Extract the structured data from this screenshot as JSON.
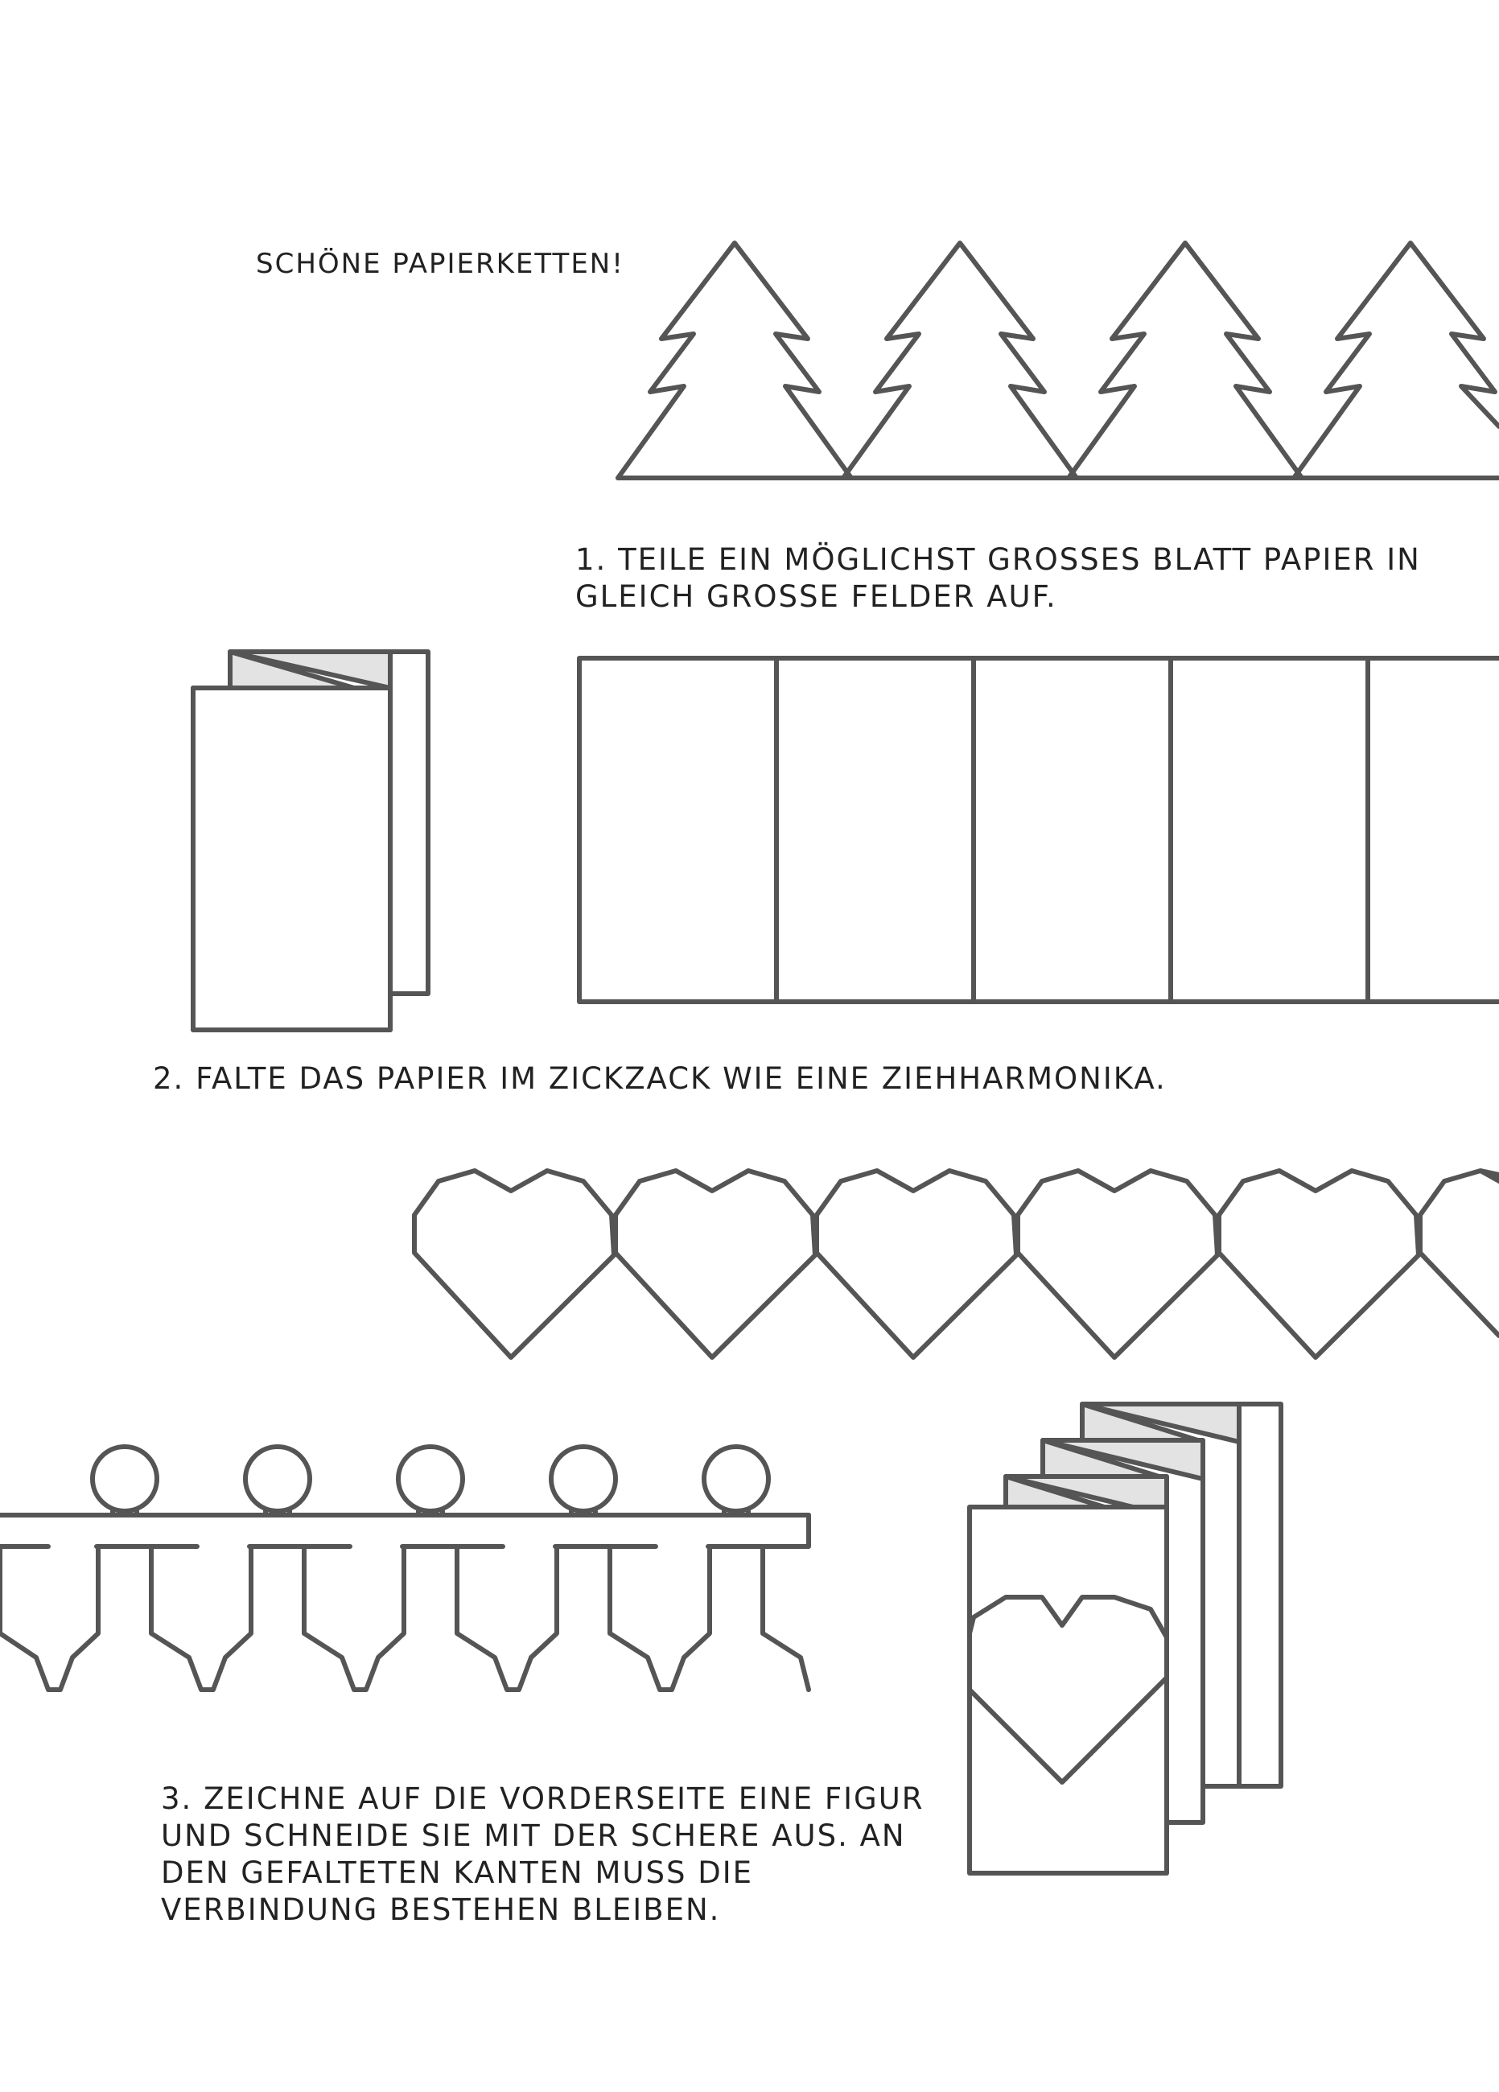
{
  "title": "Schöne Papierketten!",
  "steps": [
    {
      "lines": [
        "1. Teile ein möglichst großes Blatt Papier in",
        "gleich große Felder auf."
      ]
    },
    {
      "lines": [
        "2. Falte das Papier im Zickzack wie eine Ziehharmonika."
      ]
    },
    {
      "lines": [
        "3. Zeichne auf die Vorderseite eine Figur",
        "und schneide sie mit der Schere aus. An",
        "den gefalteten Kanten muss die",
        "Verbindung bestehen bleiben."
      ]
    }
  ],
  "colors": {
    "line": "#555555",
    "text": "#222222",
    "shade": "#e3e3e3",
    "background": "#ffffff"
  },
  "icons": [
    "tree-garland",
    "folded-paper",
    "paper-panels",
    "heart-garland",
    "people-garland",
    "folded-heart-stack"
  ]
}
